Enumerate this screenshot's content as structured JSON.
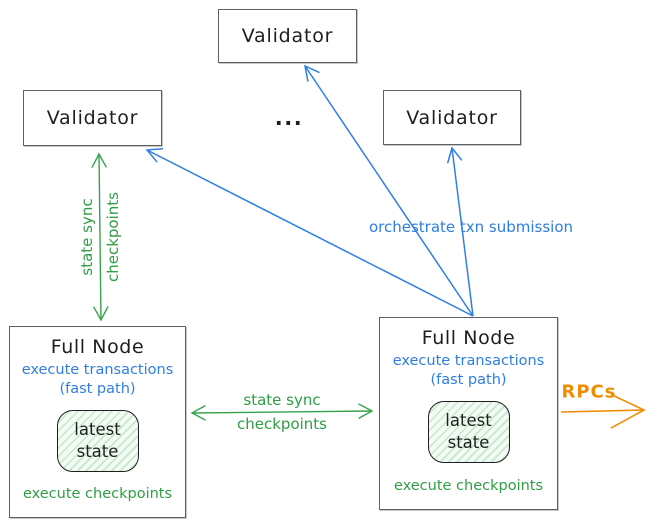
{
  "validators": {
    "top": "Validator",
    "left": "Validator",
    "right": "Validator"
  },
  "ellipsis": "...",
  "full_nodes": [
    {
      "title": "Full Node",
      "exec_line1": "execute transactions",
      "exec_line2": "(fast path)",
      "state_line1": "latest",
      "state_line2": "state",
      "checkpoints": "execute checkpoints"
    },
    {
      "title": "Full Node",
      "exec_line1": "execute transactions",
      "exec_line2": "(fast path)",
      "state_line1": "latest",
      "state_line2": "state",
      "checkpoints": "execute checkpoints"
    }
  ],
  "labels": {
    "state_sync_vertical": {
      "line1": "state sync",
      "line2": "checkpoints"
    },
    "state_sync_horizontal": {
      "line1": "state sync",
      "line2": "checkpoints"
    },
    "orchestrate": "orchestrate txn submission",
    "rpc": "RPCs"
  },
  "colors": {
    "arrow_blue": "#2e7ee5",
    "arrow_green": "#37a24f",
    "text_green": "#2f9e44",
    "arrow_orange": "#f08c00",
    "box_border": "#5b6067",
    "text": "#1e1e1e",
    "state_fill": "#f4fbf5",
    "state_hatch": "#c4e8cb"
  }
}
